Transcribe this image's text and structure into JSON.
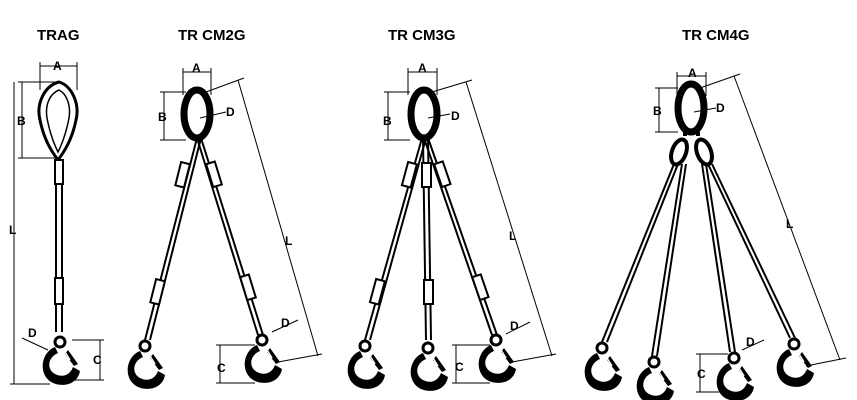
{
  "titles": {
    "trag": "TRAG",
    "cm2g": "TR CM2G",
    "cm3g": "TR CM3G",
    "cm4g": "TR CM4G"
  },
  "dimension_labels": {
    "a": "A",
    "b": "B",
    "c": "C",
    "d": "D",
    "l": "L"
  },
  "colors": {
    "ink": "#000000",
    "background": "#ffffff"
  }
}
